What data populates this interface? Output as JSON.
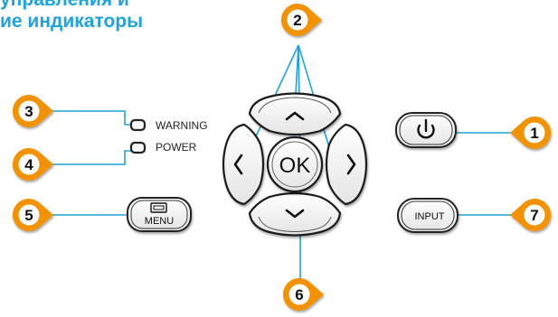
{
  "title": {
    "line1": "управления и",
    "line2": "ие индикаторы"
  },
  "indicators": {
    "warning": "WARNING",
    "power": "POWER"
  },
  "buttons": {
    "menu": "MENU",
    "input": "INPUT",
    "ok": "OK"
  },
  "callouts": [
    "1",
    "2",
    "3",
    "4",
    "5",
    "6",
    "7"
  ],
  "colors": {
    "accent": "#1fa3dc",
    "callout_fill": "#f39200",
    "callout_inner": "#ffffff"
  },
  "icons": {
    "power_button": "power-icon",
    "menu_button": "menu-screen-icon",
    "dpad_up": "chevron-up-icon",
    "dpad_down": "chevron-down-icon",
    "dpad_left": "chevron-left-icon",
    "dpad_right": "chevron-right-icon"
  }
}
